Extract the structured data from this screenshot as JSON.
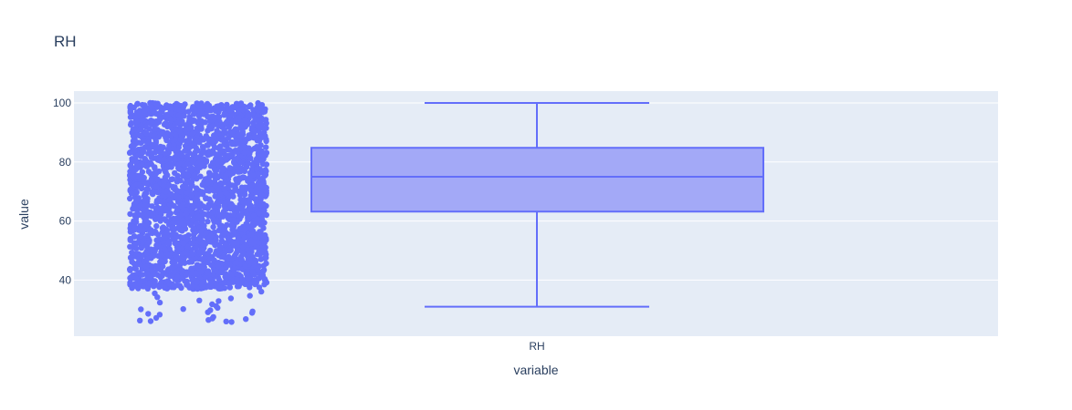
{
  "chart_data": {
    "type": "box",
    "title": "RH",
    "xlabel": "variable",
    "ylabel": "value",
    "categories": [
      "RH"
    ],
    "ylim": [
      21,
      104
    ],
    "y_ticks": [
      40,
      60,
      80,
      100
    ],
    "grid": true,
    "colors": {
      "plot_background": "#e5ecf6",
      "grid": "#ffffff",
      "marker": "#636efa",
      "box_fill": "#a3a9f7",
      "box_line": "#636efa",
      "text": "#2a3f5f"
    },
    "series": [
      {
        "category": "RH",
        "min": 31,
        "q1": 63.2,
        "median": 75,
        "q3": 84.8,
        "max": 100,
        "points": "all",
        "points_dense_range": [
          37,
          100
        ],
        "outlier_points": [
          26.5,
          26,
          27,
          26.3,
          25.8,
          26.8,
          27.2,
          26.1,
          27.5,
          28.3,
          28.9,
          29.4,
          29.8,
          30.2,
          30.6,
          30.1,
          29.1,
          28.6,
          31.2,
          32.4,
          33.1,
          34.2,
          35.5,
          33.8,
          32.9,
          34.7,
          36.1,
          31.8
        ]
      }
    ]
  }
}
